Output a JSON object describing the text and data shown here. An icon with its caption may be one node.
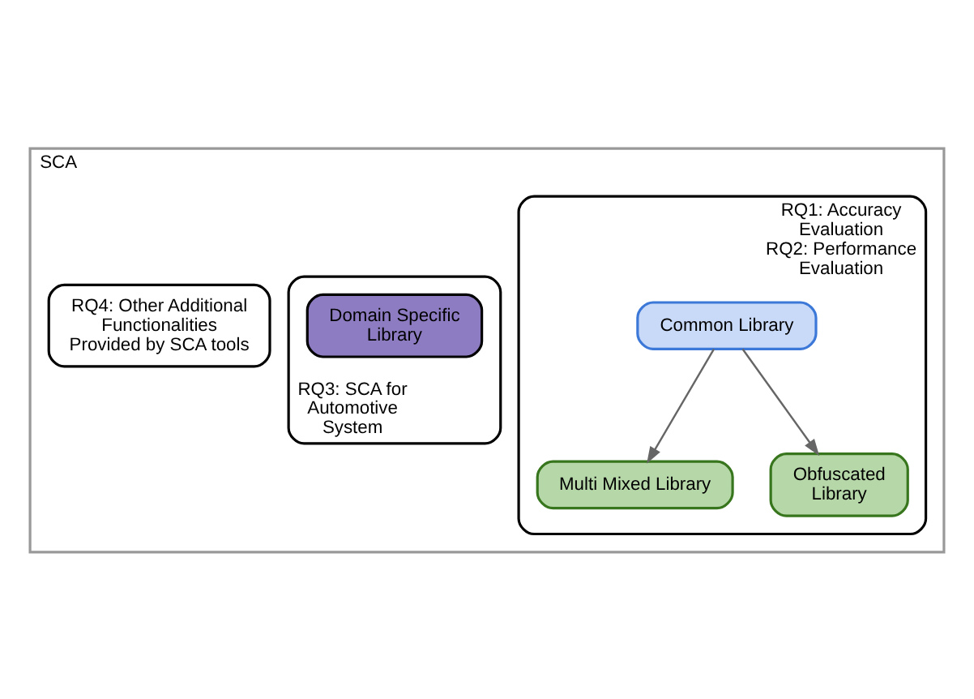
{
  "diagram": {
    "nodes": [
      {
        "text": [
          "SCA"
        ]
      },
      {
        "text": [
          "RQ1: Accuracy Evaluation",
          "RQ2: Performance Evaluation"
        ],
        "in": 0
      },
      {
        "text": [
          "Common Library"
        ],
        "in": 1
      },
      {
        "text": [
          "Multi Mixed Library"
        ],
        "in": 1
      },
      {
        "text": [
          "Obfuscated Library"
        ],
        "in": 1
      },
      {
        "text": [
          "RQ3: SCA for Automotive System"
        ],
        "in": 0
      },
      {
        "text": [
          "Domain Specific Library"
        ],
        "in": 5
      },
      {
        "text": [
          "RQ4: Other Additional Functionalities Provided by SCA tools"
        ],
        "in": 0
      }
    ],
    "edges": [
      {
        "from": 2,
        "to": 3,
        "arrow": "to"
      },
      {
        "from": 2,
        "to": 4,
        "arrow": "to"
      }
    ]
  }
}
